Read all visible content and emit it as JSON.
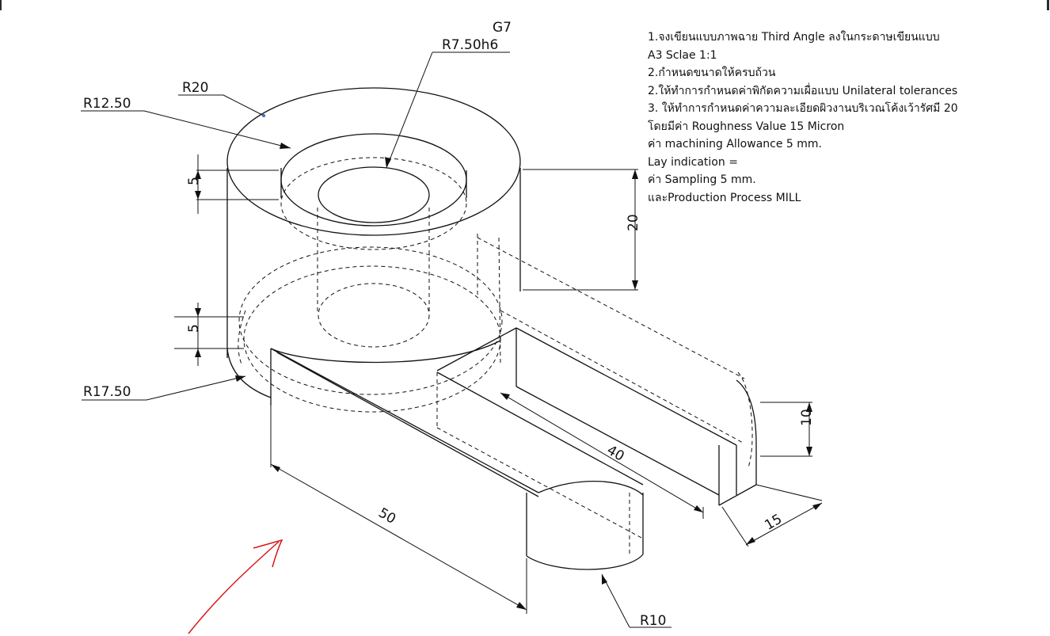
{
  "dimensions": {
    "r20": "R20",
    "r1250": "R12.50",
    "g7": "G7",
    "r750": "R7.50h6",
    "d5_top": "5",
    "d5_bottom": "5",
    "d20": "20",
    "r1750": "R17.50",
    "d50": "50",
    "d40": "40",
    "d10": "10",
    "d15": "15",
    "r10": "R10"
  },
  "notes": [
    "1.จงเขียนแบบภาพฉาย Third Angle ลงในกระดาษเขียนแบบ",
    "A3 Sclae 1:1",
    "2.กำหนดขนาดให้ครบถ้วน",
    "2.ให้ทำการกำหนดค่าพิกัดความเผื่อแบบ Unilateral tolerances",
    "3. ให้ทำการกำหนดค่าความละเอียดผิวงานบริเวณโค้งเว้ารัศมี 20",
    "โดยมีค่า Roughness Value 15 Micron",
    "ค่า machining Allowance  5 mm.",
    "Lay indication =",
    "ค่า Sampling 5 mm.",
    "และProduction Process MILL"
  ],
  "colors": {
    "line": "#111111",
    "annotation": "#d81818",
    "marker": "#3a6fd8"
  }
}
